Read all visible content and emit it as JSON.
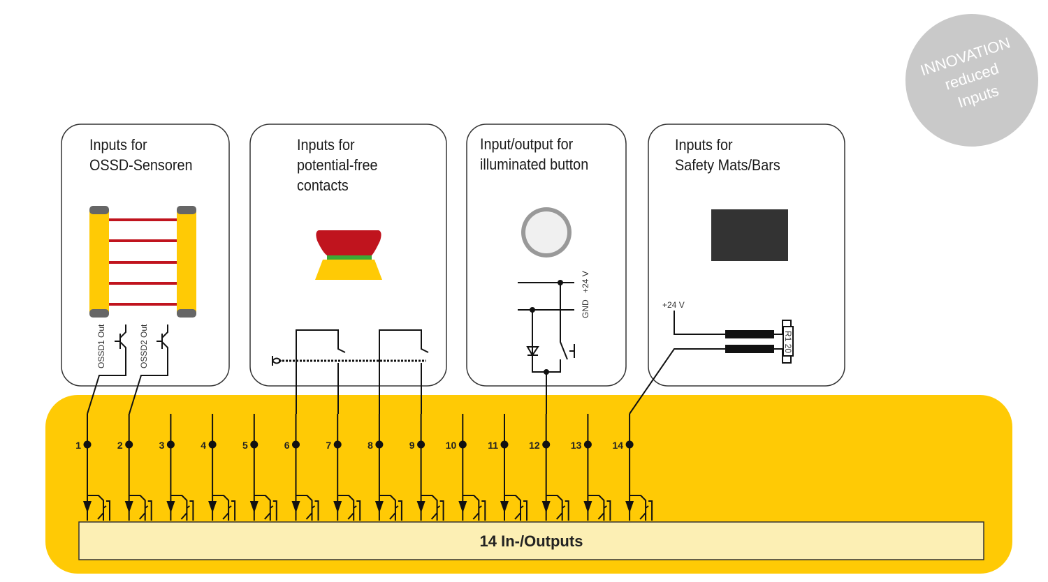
{
  "badge": {
    "line1": "INNOVATION",
    "line2": "reduced",
    "line3": "Inputs"
  },
  "panels": [
    {
      "title": "Inputs for\nOSSD-Sensoren",
      "labels": [
        "OSSD1 Out",
        "OSSD2 Out"
      ]
    },
    {
      "title": "Inputs for\npotential-free\ncontacts"
    },
    {
      "title": "Input/output for\nilluminated button",
      "labels": [
        "+24 V",
        "GND"
      ]
    },
    {
      "title": "Inputs for\nSafety Mats/Bars",
      "labels": [
        "+24 V",
        "R1 20"
      ]
    }
  ],
  "channels": [
    "1",
    "2",
    "3",
    "4",
    "5",
    "6",
    "7",
    "8",
    "9",
    "10",
    "11",
    "12",
    "13",
    "14"
  ],
  "io_label": "14 In-/Outputs",
  "colors": {
    "yellow": "#FFCA05",
    "bar": "#FCEFB4",
    "red": "#C0141E",
    "green": "#3AA935",
    "badge": "#C9C9C9"
  }
}
